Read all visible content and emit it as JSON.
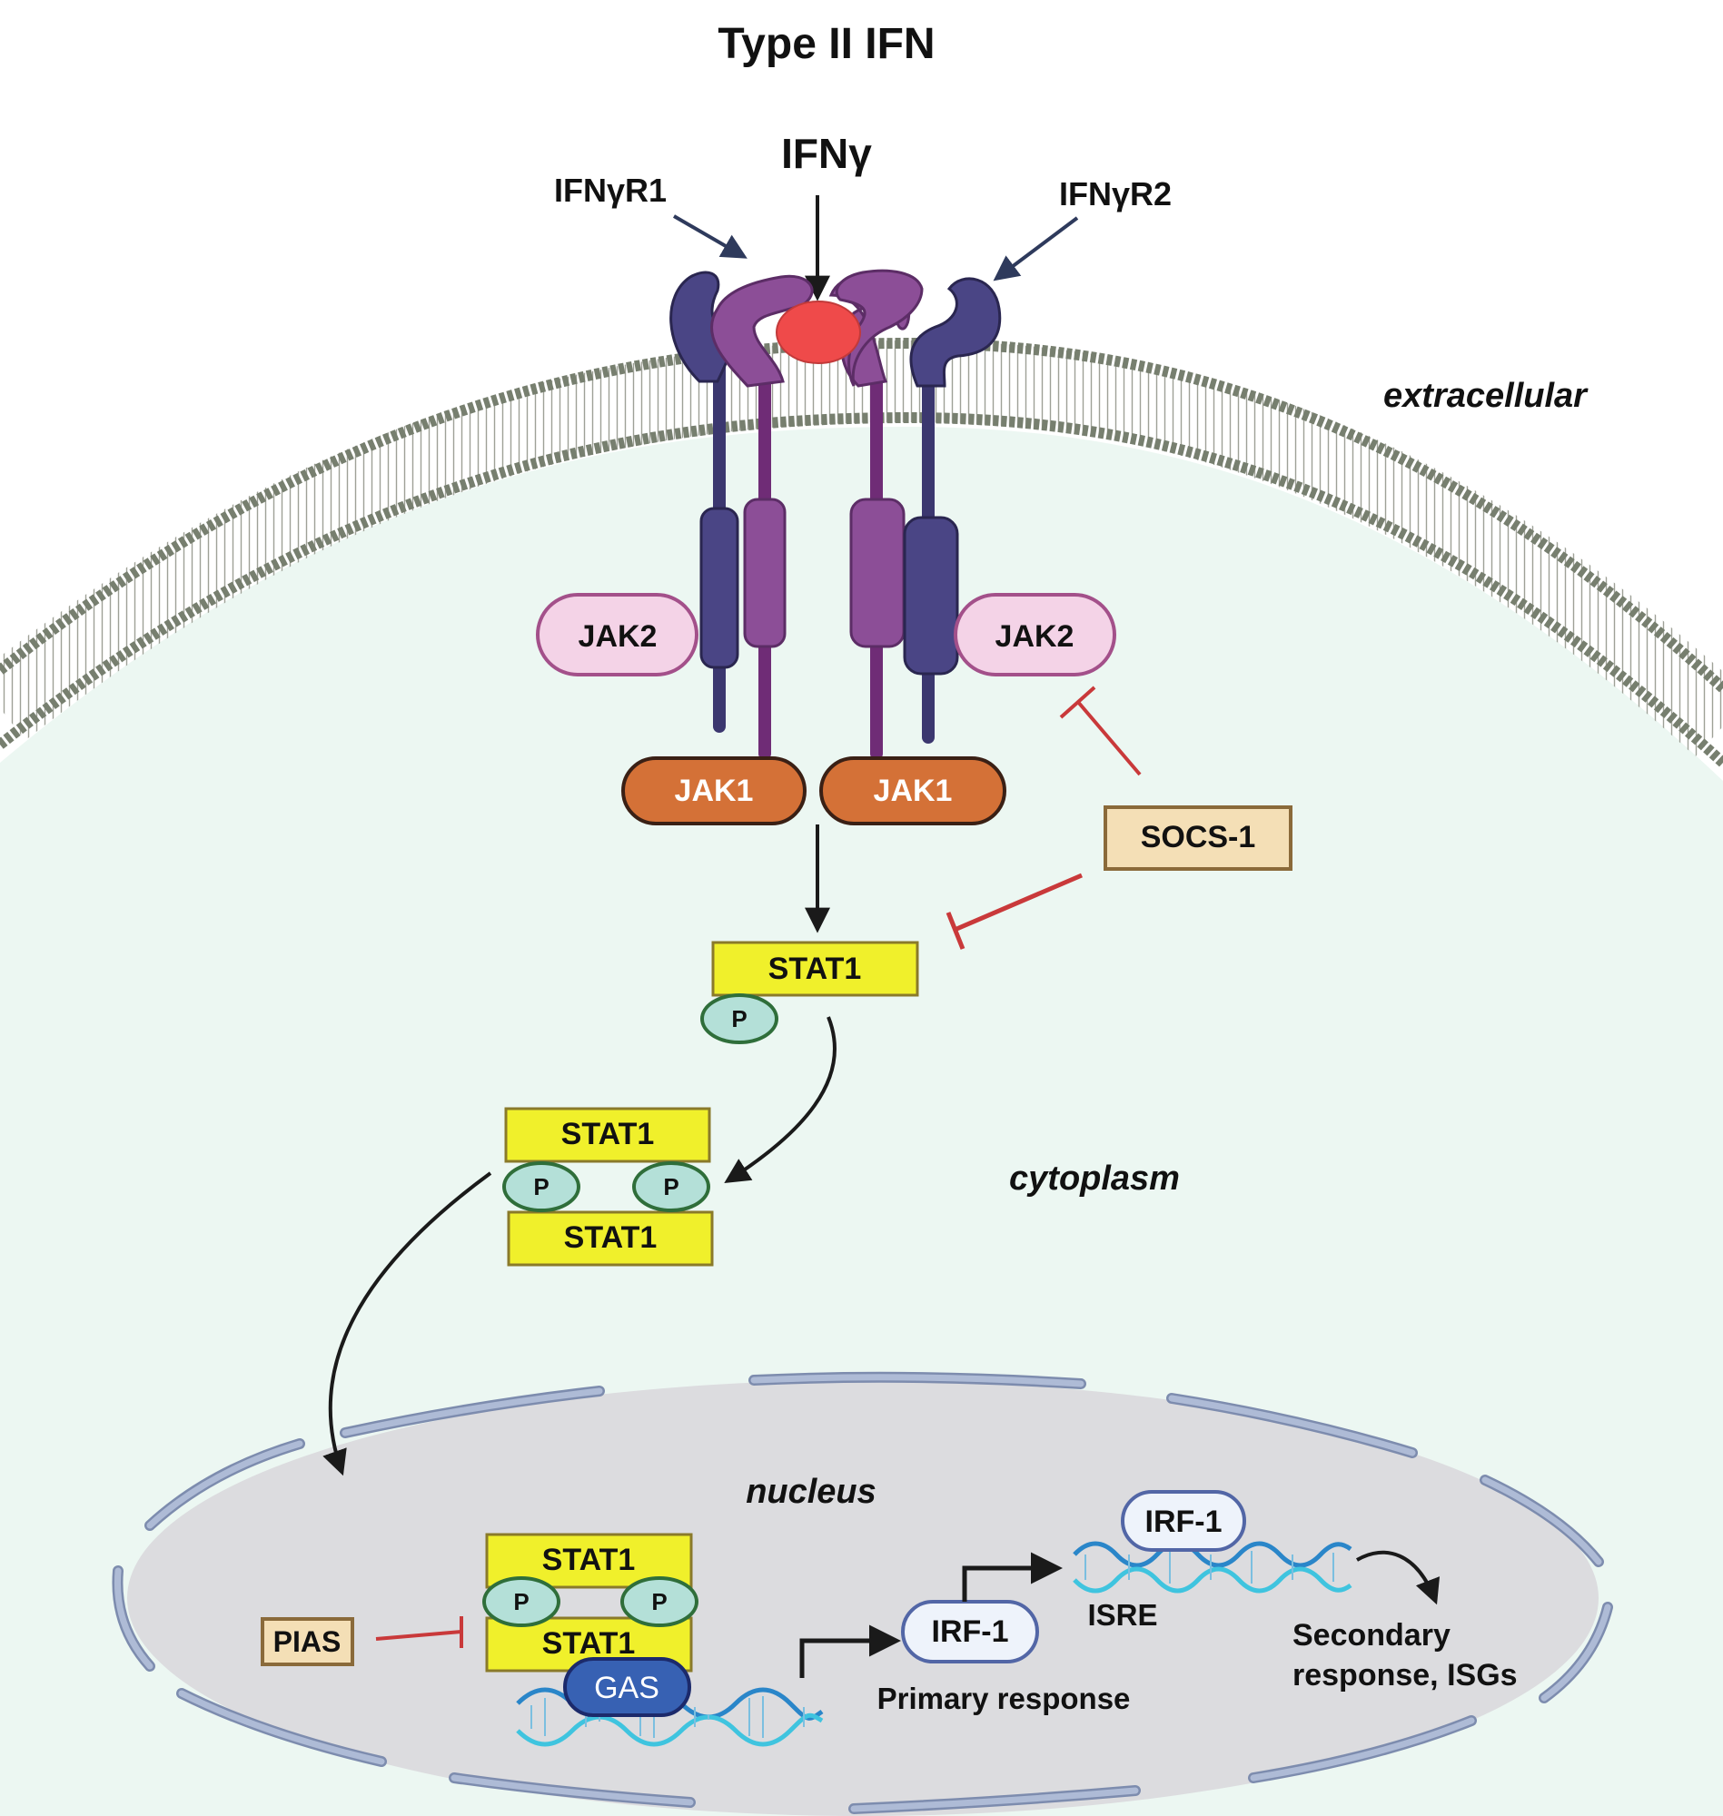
{
  "title": "Type II IFN",
  "ligand": {
    "label": "IFNγ"
  },
  "receptors": {
    "r1": "IFNγR1",
    "r2": "IFNγR2"
  },
  "compartments": {
    "extracellular": "extracellular",
    "cytoplasm": "cytoplasm",
    "nucleus": "nucleus"
  },
  "kinases": {
    "jak2_left": "JAK2",
    "jak2_right": "JAK2",
    "jak1_left": "JAK1",
    "jak1_right": "JAK1"
  },
  "inhibitors": {
    "socs": "SOCS-1",
    "pias": "PIAS"
  },
  "stat": {
    "monomer": "STAT1",
    "dimer_top": "STAT1",
    "dimer_bottom": "STAT1",
    "nuclear_top": "STAT1",
    "nuclear_bottom": "STAT1",
    "phospho": "P"
  },
  "dna": {
    "gas": "GAS",
    "irf_primary": "IRF-1",
    "irf_secondary": "IRF-1",
    "isre": "ISRE",
    "primary_response": "Primary response",
    "secondary_response_line1": "Secondary",
    "secondary_response_line2": "response, ISGs"
  },
  "colors": {
    "membrane_head": "#777f6f",
    "cytoplasm": "#ecf7f2",
    "nucleus_fill": "#dcdcdf",
    "nuclear_envelope": "#aebbd6",
    "ifng": "#ef4a4a",
    "r1_purple": "#8c4e97",
    "r2_navy": "#4a4585",
    "jak2_fill": "#f4d3e7",
    "jak2_stroke": "#a3508a",
    "jak1_fill": "#d47137",
    "stat_fill": "#f0f02b",
    "phospho_fill": "#b4e0d8",
    "phospho_stroke": "#2f6e3a",
    "socs_fill": "#f4dfb6",
    "gas_fill": "#3761b3",
    "inhibit_red": "#c9393a",
    "dna_dark": "#2a86c9",
    "dna_light": "#3fc4df"
  }
}
